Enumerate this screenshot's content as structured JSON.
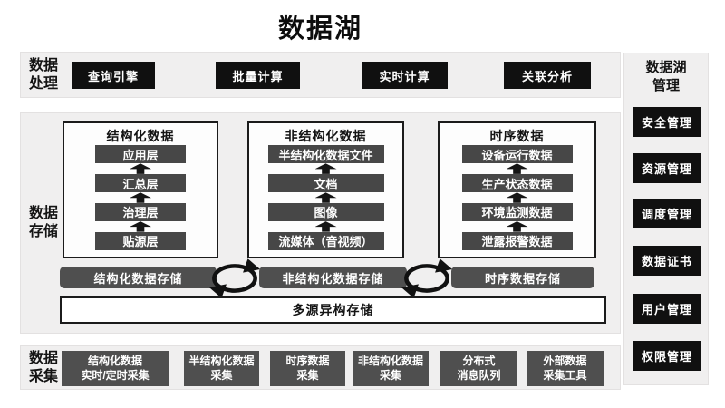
{
  "title": "数据湖",
  "colors": {
    "band_bg": "#f0efef",
    "black_box": "#101010",
    "gray_box": "#4f4f4f",
    "layer_box": "#474747",
    "border_dark": "#1b1b1b",
    "text_white": "#ffffff",
    "text_black": "#141414"
  },
  "icons": {
    "layer_arrow": "up-arrow",
    "exchange": "cycle-arrows"
  },
  "processing": {
    "label": "数据\n处理",
    "items": [
      "查询引擎",
      "批量计算",
      "实时计算",
      "关联分析"
    ]
  },
  "storage": {
    "label": "数据\n存储",
    "panels": [
      {
        "title": "结构化数据",
        "layers": [
          "应用层",
          "汇总层",
          "治理层",
          "贴源层"
        ]
      },
      {
        "title": "非结构化数据",
        "layers": [
          "半结构化数据文件",
          "文档",
          "图像",
          "流媒体（音视频）"
        ]
      },
      {
        "title": "时序数据",
        "layers": [
          "设备运行数据",
          "生产状态数据",
          "环境监测数据",
          "泄露报警数据"
        ]
      }
    ],
    "bars": [
      "结构化数据存储",
      "非结构化数据存储",
      "时序数据存储"
    ],
    "base_bar": "多源异构存储"
  },
  "collection": {
    "label": "数据\n采集",
    "items": [
      "结构化数据\n实时/定时采集",
      "半结构化数据\n采集",
      "时序数据\n采集",
      "非结构化数据\n采集",
      "分布式\n消息队列",
      "外部数据\n采集工具"
    ]
  },
  "management": {
    "label": "数据湖\n管理",
    "items": [
      "安全管理",
      "资源管理",
      "调度管理",
      "数据证书",
      "用户管理",
      "权限管理"
    ]
  }
}
